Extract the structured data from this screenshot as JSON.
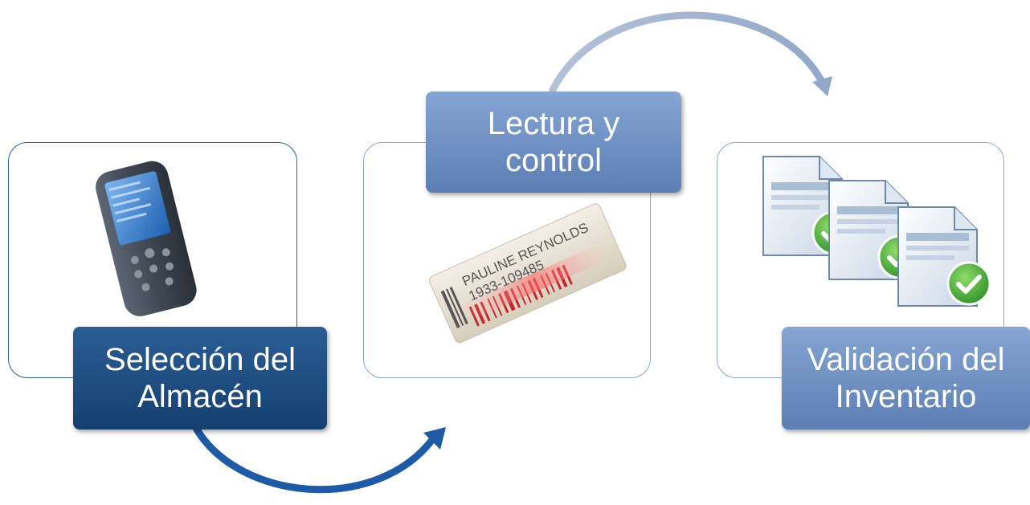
{
  "steps": [
    {
      "label_line1": "Selección del",
      "label_line2": "Almacén",
      "image_icon": "handheld-scanner-icon"
    },
    {
      "label_line1": "Lectura y",
      "label_line2": "control",
      "image_icon": "barcode-label-icon"
    },
    {
      "label_line1": "Validación del",
      "label_line2": "Inventario",
      "image_icon": "validated-documents-icon"
    }
  ],
  "barcode_label": {
    "line1": "PAULINE REYNOLDS",
    "line2": "1933-109485"
  },
  "colors": {
    "dark_blue": "#1e4f87",
    "light_blue": "#7595c8",
    "arrow_light": "#a4b6d3",
    "check_green": "#43a93a"
  }
}
